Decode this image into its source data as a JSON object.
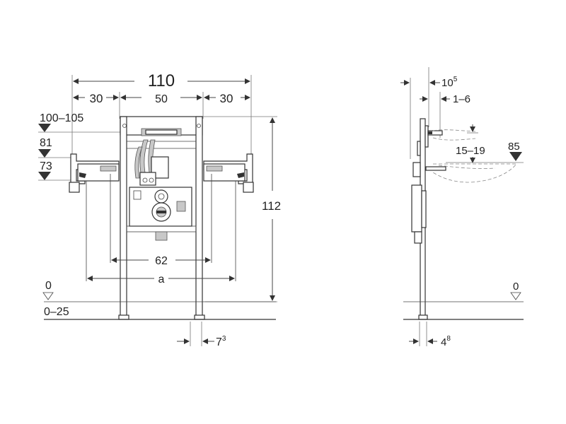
{
  "front_view": {
    "dim_total_width": "110",
    "dim_left_bracket": "30",
    "dim_frame_width": "50",
    "dim_right_bracket": "30",
    "height_100_105": "100–105",
    "height_81": "81",
    "height_73": "73",
    "dim_frame_height": "112",
    "dim_62": "62",
    "dim_a": "a",
    "floor_0": "0",
    "floor_0_25": "0–25",
    "foot_base": "7",
    "foot_sup": "3"
  },
  "side_view": {
    "dim_depth_base": "10",
    "dim_depth_sup": "5",
    "dim_1_6": "1–6",
    "dim_15_19": "15–19",
    "height_85": "85",
    "floor_0": "0",
    "foot_base": "4",
    "foot_sup": "8"
  }
}
